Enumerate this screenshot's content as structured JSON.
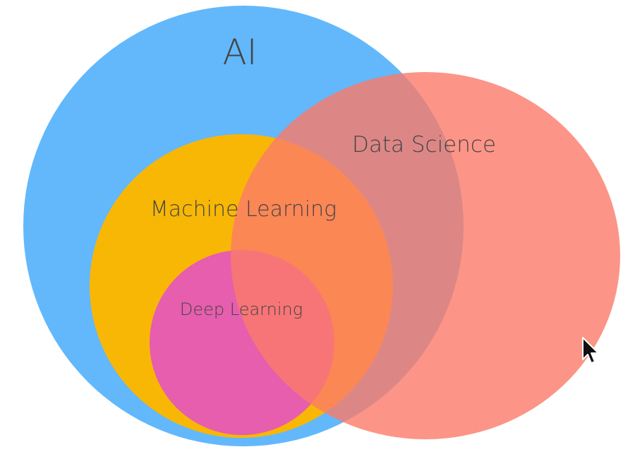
{
  "diagram": {
    "type": "venn",
    "sets": [
      {
        "key": "ai",
        "label": "AI",
        "color": "#62b8fb"
      },
      {
        "key": "ml",
        "label": "Machine Learning",
        "color": "#f8b705"
      },
      {
        "key": "dl",
        "label": "Deep Learning",
        "color": "#e65ead"
      },
      {
        "key": "ds",
        "label": "Data Science",
        "color": "#fb7b69",
        "opacity": 0.8
      }
    ],
    "relations": [
      {
        "inner": "ml",
        "outer": "ai",
        "relation": "subset"
      },
      {
        "inner": "dl",
        "outer": "ml",
        "relation": "subset"
      },
      {
        "a": "ds",
        "b": "ai",
        "relation": "overlap"
      }
    ],
    "text_color": "#444444"
  },
  "cursor": {
    "icon": "mouse-pointer-icon"
  }
}
